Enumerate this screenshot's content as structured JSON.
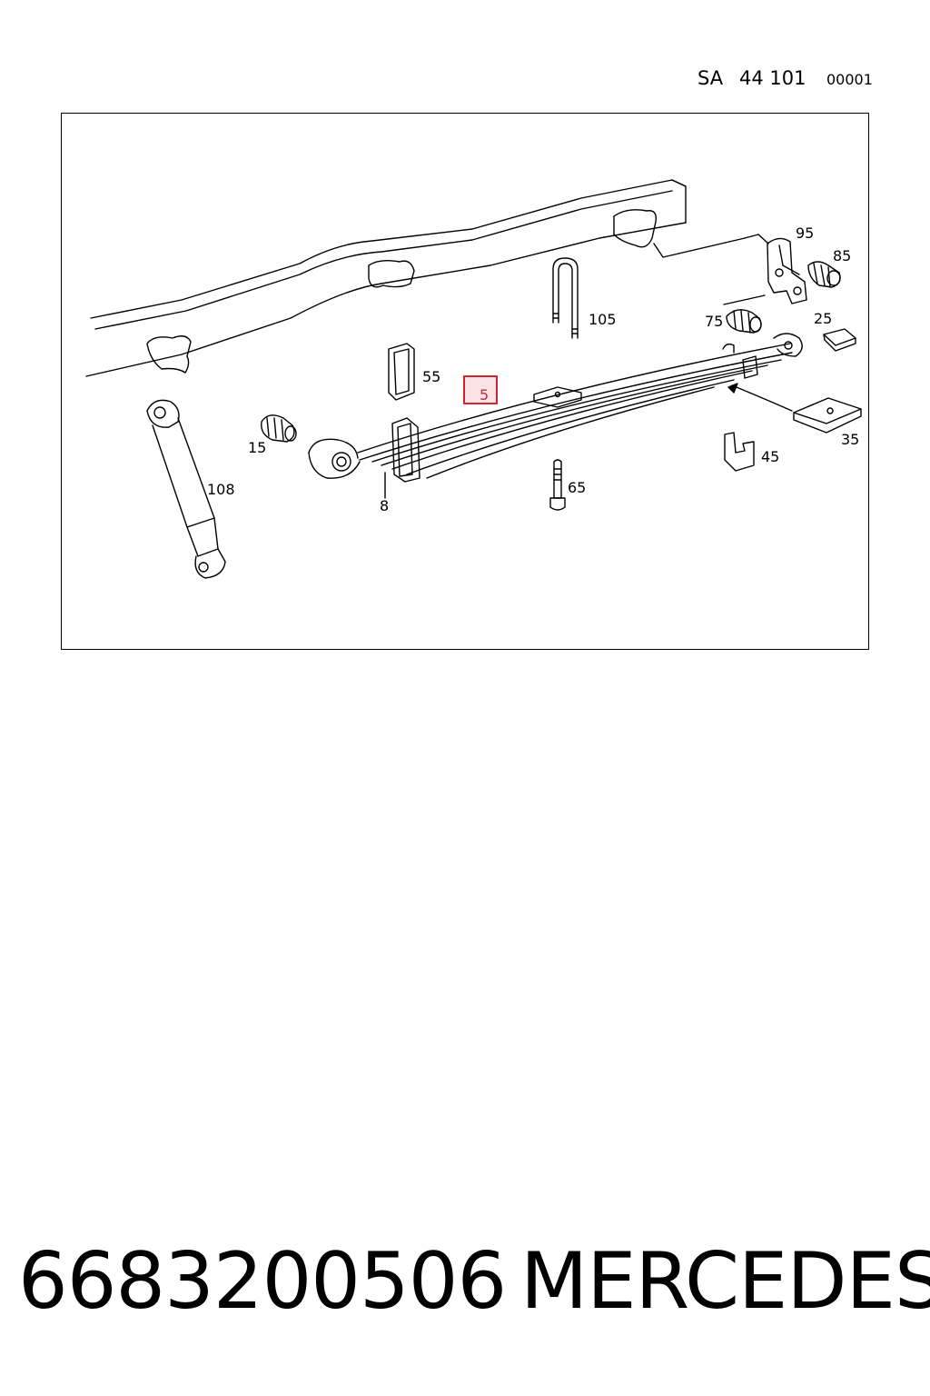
{
  "header": {
    "prefix": "SA",
    "code": "44 101",
    "sheet": "00001"
  },
  "diagram": {
    "highlighted_part": "5",
    "callouts": [
      {
        "key": "95",
        "label": "95"
      },
      {
        "key": "85",
        "label": "85"
      },
      {
        "key": "105",
        "label": "105"
      },
      {
        "key": "75",
        "label": "75"
      },
      {
        "key": "25",
        "label": "25"
      },
      {
        "key": "55",
        "label": "55"
      },
      {
        "key": "5",
        "label": "5"
      },
      {
        "key": "15",
        "label": "15"
      },
      {
        "key": "35",
        "label": "35"
      },
      {
        "key": "45",
        "label": "45"
      },
      {
        "key": "108",
        "label": "108"
      },
      {
        "key": "65",
        "label": "65"
      },
      {
        "key": "8",
        "label": "8"
      }
    ]
  },
  "footer": {
    "part_number": "6683200506",
    "brand": "MERCEDES"
  },
  "colors": {
    "highlight_border": "#d0232f",
    "highlight_fill": "#fbe3e6",
    "line": "#000000"
  }
}
